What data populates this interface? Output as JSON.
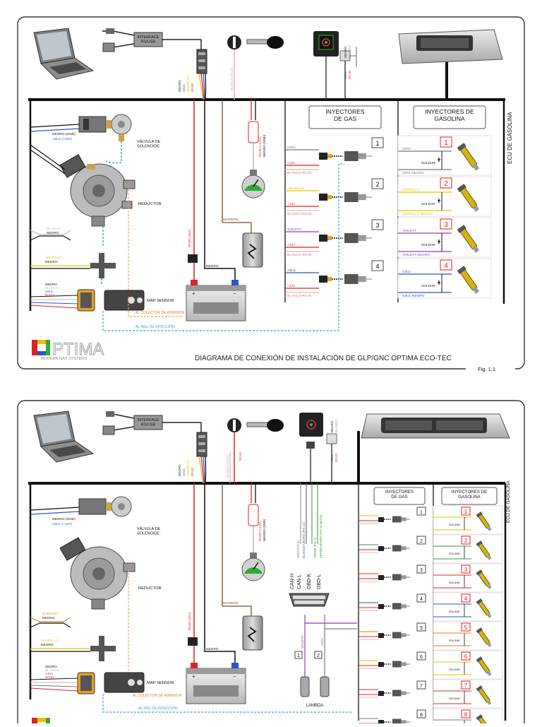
{
  "diagram1": {
    "interface_label": "INTERFACE\nRS/USB",
    "plug_wires": [
      "NEGRO",
      "AZUL",
      "AMARILLO",
      "ROJO"
    ],
    "ignition_wire": "BLANCO-ROJO",
    "switch_wires": [
      "AZUL",
      "NEGRO",
      "BLANCO",
      "ROJO"
    ],
    "ecu_label": "ECU DE GASOLINA",
    "gas_injectors_header": "INYECTORES\nDE GAS",
    "petrol_injectors_header": "INYECTORES DE\nGASOLINA",
    "solenoid_wires": [
      "NEGRO (GND)",
      "AZUL (+12V)"
    ],
    "solenoid_label": "VÁLVULA DE\nSOLENOIDE",
    "reducer_label": "REDUCTOR",
    "temp_wires": [
      "BLANCO",
      "NEGRO"
    ],
    "pressure_wires": [
      "AMARILLO",
      "NEGRO"
    ],
    "map_wires": [
      "NEGRO",
      "BLANCO",
      "AZUL",
      "ROJO"
    ],
    "map_label": "MAP SENSOR",
    "collector_label": "AL COLECTOR DE ADMISIÓN",
    "rail_label": "AL RIEL DE INYECCIÓN",
    "battery_wires": [
      "ROJO (15A)",
      "NEGRO"
    ],
    "coil_wire": "MARRÓN",
    "level_wires": [
      "ROJO (+12V)",
      "NEGRO (GND)"
    ],
    "gas_injectors": [
      {
        "num": "1",
        "signal": "GRIS",
        "plus": "+12V",
        "common": "BLANCO-ROJO",
        "signal_color": "#777777"
      },
      {
        "num": "2",
        "signal": "AMARILLO",
        "plus": "+12V",
        "common": "BLANCO-ROJO",
        "signal_color": "#e8c300"
      },
      {
        "num": "3",
        "signal": "VIOLETA",
        "plus": "+12V",
        "common": "BLANCO-ROJO",
        "signal_color": "#8a3fb0"
      },
      {
        "num": "4",
        "signal": "AZUL",
        "plus": "+12V",
        "common": "BLANCO-ROJO",
        "signal_color": "#2a55c8"
      }
    ],
    "petrol_injectors": [
      {
        "num": "1",
        "top": "GRIS",
        "solder": "SOLDAR",
        "bottom": "GRIS-NEGRO",
        "color": "#777777"
      },
      {
        "num": "2",
        "top": "AMARILLO",
        "solder": "SOLDAR",
        "bottom": "AMARILLO-NEGRO",
        "color": "#e8c300"
      },
      {
        "num": "3",
        "top": "VIOLETA",
        "solder": "SOLDAR",
        "bottom": "VIOLETA-NEGRO",
        "color": "#8a3fb0"
      },
      {
        "num": "4",
        "top": "AZUL",
        "solder": "SOLDAR",
        "bottom": "AZUL-NEGRO",
        "color": "#2a55c8"
      }
    ],
    "logo_text": "PTIMA",
    "logo_subtext": "MODERN GAS SYSTEMS",
    "caption": "DIAGRAMA DE CONEXIÓN DE INSTALACIÓN DE GLP/GNC OPTIMA ECO-TEC",
    "fig_label": "Fig. 1.1"
  },
  "diagram2": {
    "interface_label": "INTERFACE\nRS/USB",
    "plug_wires": [
      "NEGRO",
      "AZUL",
      "AMARILLO",
      "ROJO"
    ],
    "ignition_wire": "BLANCO-ROJO",
    "ignition_wire_red": "ROJO",
    "switch_wires": [
      "NEGRO",
      "BLANCO",
      "AZUL",
      "ROJO"
    ],
    "ecu_label": "ECU DE GASOLINA",
    "gas_injectors_header": "INYECTORES\nDE GAS",
    "petrol_injectors_header": "INYECTORES DE\nGASOLINA",
    "solenoid_wires": [
      "NEGRO (GND)",
      "AZUL (+12V)"
    ],
    "solenoid_label": "VÁLVULA DE\nSOLENOIDE",
    "reducer_label": "REDUCTOR",
    "temp_wires": [
      "NARANJA",
      "NEGRO"
    ],
    "pressure_wires": [
      "AMARILLO",
      "NEGRO"
    ],
    "map_wires": [
      "NEGRO",
      "BLANCO",
      "GRIS",
      "ROJO"
    ],
    "map_label": "MAP SENSOR",
    "collector_label": "AL COLECTOR DE ADMISIÓN",
    "rail_label": "AL RIEL DE INYECCIÓN",
    "battery_wires": [
      "ROJO (15A)",
      "NEGRO"
    ],
    "coil_wire": "MARRÓN",
    "level_wires": [
      "ROJO (+12V)",
      "NEGRO (GND)"
    ],
    "obd_pins": [
      "CAN-H",
      "CAN-L",
      "OBD-K",
      "OBD-L"
    ],
    "obd_wires": [
      "GRIS (PIN 6)",
      "BLANCO-NEGRO (PIN 14)",
      "VERDE (PIN 7)",
      "VERDE-NEGRO (PIN 15 opción)"
    ],
    "lambda_wires": [
      "VIOLETA",
      "GRIS"
    ],
    "lambda_nums": [
      "1",
      "2"
    ],
    "lambda_label": "LAMBDA",
    "gas_injector_nums": [
      "1",
      "2",
      "3",
      "4",
      "5",
      "6",
      "7",
      "8"
    ],
    "petrol_injector_nums": [
      "1",
      "2",
      "3",
      "4",
      "5",
      "6",
      "7",
      "8"
    ],
    "injector_colors": [
      "#e8c300",
      "#2e9a3a",
      "#d22b2b",
      "#2a55c8",
      "#e67e1e",
      "#e8c300",
      "#d22b2b",
      "#777777"
    ],
    "small_solder": "SOLDAR"
  }
}
